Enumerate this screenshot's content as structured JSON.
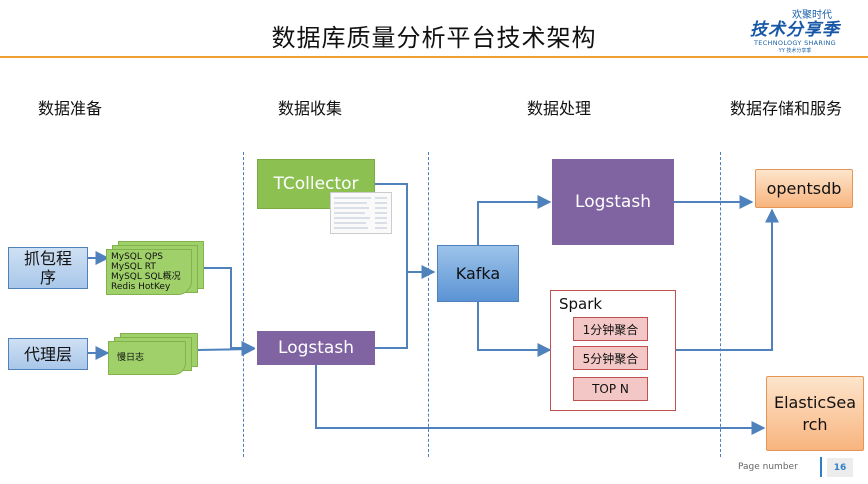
{
  "header": {
    "title": "数据库质量分析平台技术架构",
    "logo_top": "欢聚时代",
    "logo_main": "技术分享季",
    "logo_sub": "TECHNOLOGY SHARING",
    "logo_tiny": "YY 技术分享季"
  },
  "columns": {
    "prep": "数据准备",
    "collect": "数据收集",
    "process": "数据处理",
    "storage": "数据存储和服务"
  },
  "sources": {
    "capture": "抓包程序",
    "proxy": "代理层"
  },
  "notes": {
    "metrics": [
      "MySQL QPS",
      "MySQL RT",
      "MySQL SQL概况",
      "Redis HotKey"
    ],
    "slowlog": "慢日志"
  },
  "collectors": {
    "tcollector": "TCollector",
    "logstash": "Logstash"
  },
  "processing": {
    "kafka": "Kafka",
    "logstash": "Logstash",
    "spark": {
      "title": "Spark",
      "items": [
        "1分钟聚合",
        "5分钟聚合",
        "TOP N"
      ]
    }
  },
  "storage": {
    "opentsdb": "opentsdb",
    "elasticsearch": "ElasticSearch"
  },
  "footer": {
    "page_label": "Page number",
    "page_number": "16"
  },
  "colors": {
    "accent_orange": "#f0a030",
    "arrow_blue": "#4f81bd",
    "green": "#8cc152",
    "purple": "#8064a2",
    "spark_red": "#c0504d"
  }
}
